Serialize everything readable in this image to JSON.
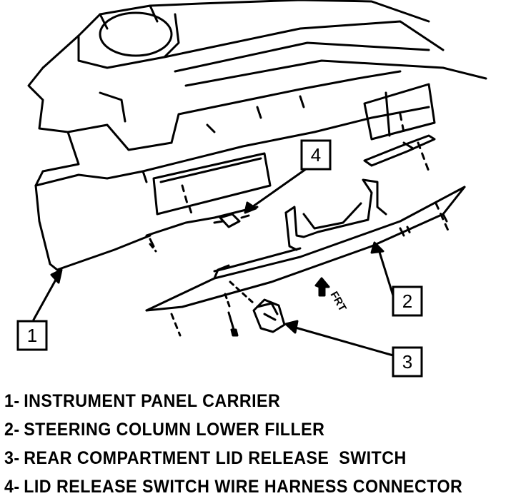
{
  "callouts": [
    {
      "number": "1"
    },
    {
      "number": "2"
    },
    {
      "number": "3"
    },
    {
      "number": "4"
    }
  ],
  "direction_label": "FRT",
  "legend": [
    {
      "number": "1-",
      "text": "INSTRUMENT PANEL CARRIER"
    },
    {
      "number": "2-",
      "text": "STEERING COLUMN LOWER FILLER"
    },
    {
      "number": "3-",
      "text": "REAR COMPARTMENT LID RELEASE  SWITCH"
    },
    {
      "number": "4-",
      "text": "LID RELEASE SWITCH WIRE HARNESS CONNECTOR"
    }
  ]
}
